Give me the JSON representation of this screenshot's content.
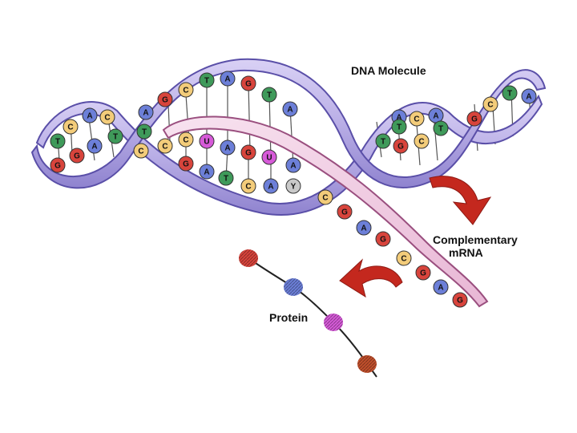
{
  "labels": {
    "dna": "DNA Molecule",
    "mrna_line1": "Complementary",
    "mrna_line2": "mRNA",
    "protein": "Protein"
  },
  "colors": {
    "strand_fill": "#b9aee6",
    "strand_edge": "#5a4fa8",
    "mrna_fill": "#f2d3e6",
    "mrna_edge": "#9a4f7f",
    "arrow": "#c4281e",
    "A": "#6c7fd8",
    "T": "#3f9a5a",
    "C": "#f3cc7a",
    "G": "#d8443c",
    "U": "#d65ad8"
  },
  "bases": {
    "upper_strand": [
      "G",
      "C",
      "T",
      "A",
      "G",
      "T",
      "A"
    ],
    "left_loop": [
      "A",
      "C",
      "C",
      "T",
      "G",
      "A",
      "T",
      "G",
      "A",
      "T",
      "C"
    ],
    "right_loop": [
      "A",
      "T",
      "C",
      "A",
      "T",
      "G",
      "C",
      "T",
      "G",
      "C",
      "T",
      "A"
    ],
    "template_row": [
      "C",
      "C",
      "U",
      "A",
      "G",
      "U",
      "A",
      "G",
      "A",
      "T",
      "C",
      "A",
      "Y"
    ],
    "mrna_tail": [
      "C",
      "G",
      "A",
      "G",
      "C",
      "G",
      "A",
      "G"
    ]
  }
}
